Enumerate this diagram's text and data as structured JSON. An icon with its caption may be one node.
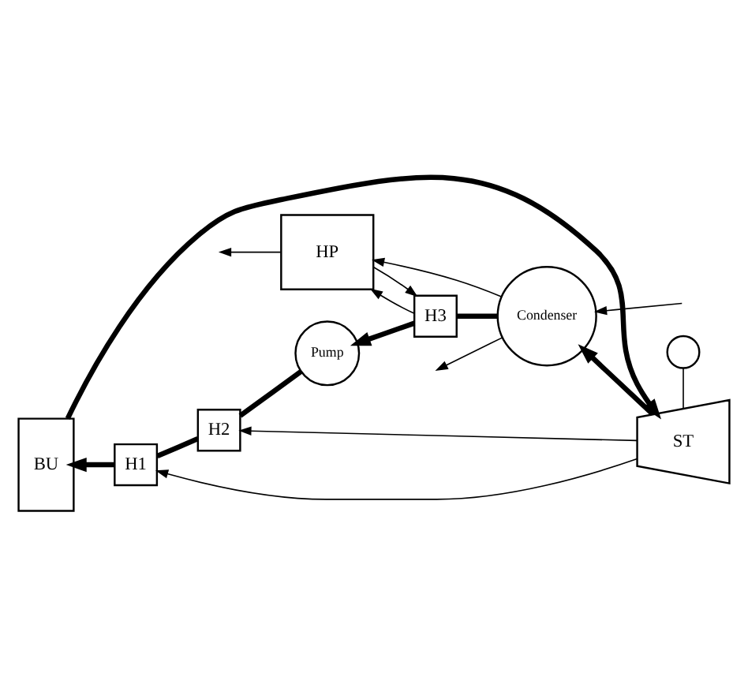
{
  "diagram": {
    "nodes": [
      {
        "text": [
          "BU"
        ]
      },
      {
        "text": [
          "ST"
        ]
      },
      {
        "text": [],
        "shape": "circle"
      },
      {
        "text": [
          "Condenser"
        ]
      },
      {
        "text": [
          "H1"
        ]
      },
      {
        "text": [
          "H2"
        ]
      },
      {
        "text": [
          "Pump"
        ]
      },
      {
        "text": [
          "H3"
        ]
      },
      {
        "text": [
          "HP"
        ]
      }
    ],
    "edges": [
      {
        "from": 0,
        "to": 1,
        "arrow": "to",
        "style": "thick"
      },
      {
        "from": 1,
        "to": 2,
        "arrow": "none"
      },
      {
        "from": 1,
        "to": 4,
        "arrow": "to"
      },
      {
        "from": 1,
        "to": 5,
        "arrow": "to"
      },
      {
        "from": 1,
        "to": 3,
        "arrow": "to",
        "style": "thick"
      },
      {
        "from": 3,
        "to": 7,
        "arrow": "none",
        "style": "thick"
      },
      {
        "from": 7,
        "to": 6,
        "arrow": "to",
        "style": "thick"
      },
      {
        "from": 6,
        "to": 5,
        "arrow": "none",
        "style": "thick"
      },
      {
        "from": 5,
        "to": 4,
        "arrow": "none",
        "style": "thick"
      },
      {
        "from": 4,
        "to": 0,
        "arrow": "to",
        "style": "thick"
      },
      {
        "from": null,
        "to": 3,
        "arrow": "to"
      },
      {
        "from": 3,
        "to": null,
        "arrow": "to"
      },
      {
        "from": 3,
        "to": 8,
        "arrow": "to"
      },
      {
        "from": 8,
        "to": null,
        "arrow": "to"
      },
      {
        "from": 8,
        "to": 7,
        "arrow": "to"
      },
      {
        "from": 7,
        "to": 8,
        "arrow": "to"
      }
    ]
  }
}
